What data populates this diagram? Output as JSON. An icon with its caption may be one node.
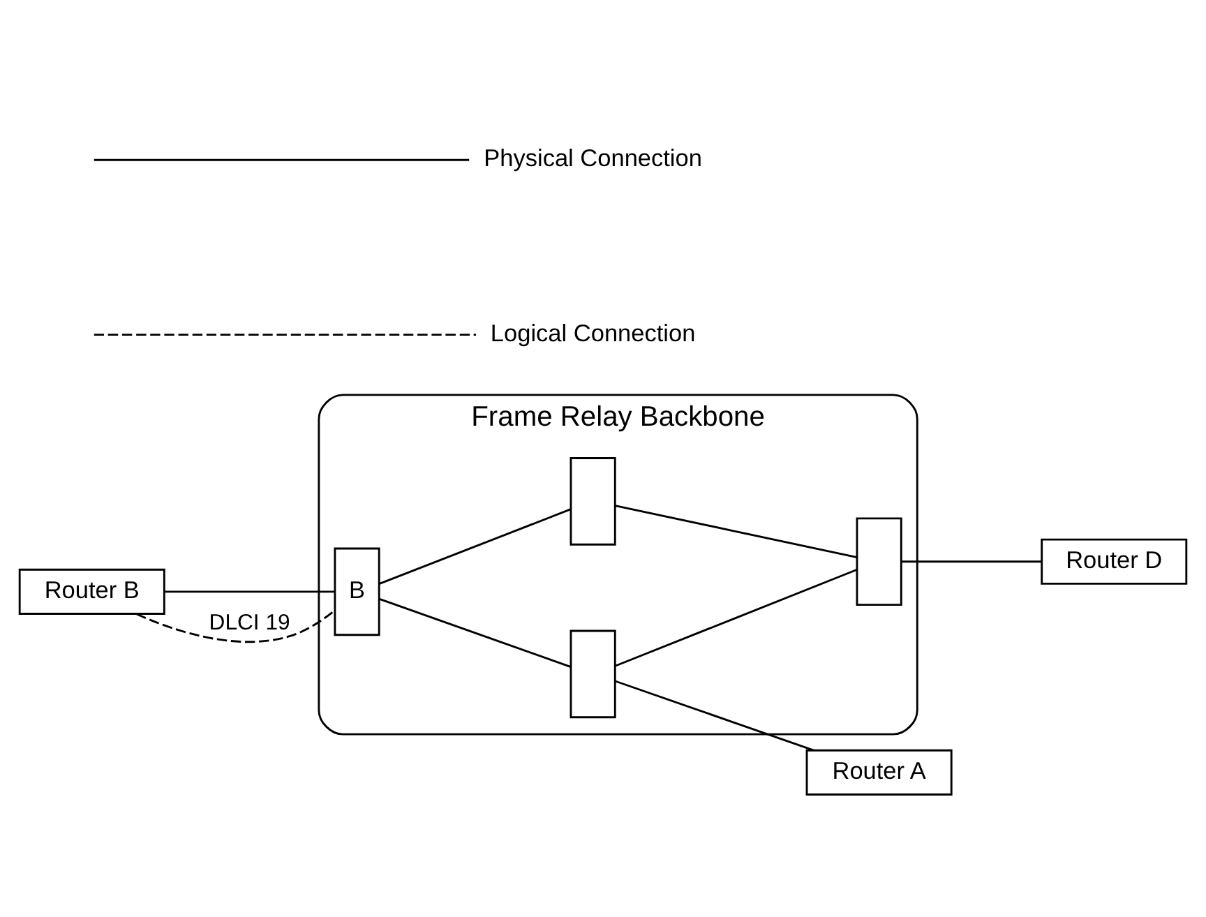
{
  "diagram": {
    "nodes": [
      {
        "text": [
          "Frame Relay Backbone"
        ]
      },
      {
        "text": [],
        "shape": "box",
        "in": 0
      },
      {
        "text": [
          "B"
        ],
        "in": 0
      },
      {
        "text": [],
        "shape": "box",
        "in": 0
      },
      {
        "text": [],
        "shape": "box",
        "in": 0
      },
      {
        "text": [
          "Router B"
        ]
      },
      {
        "text": [
          "Router D"
        ]
      },
      {
        "text": [
          "Router A"
        ]
      }
    ],
    "edges": [
      {
        "from": 5,
        "to": 2,
        "arrow": "none"
      },
      {
        "from": 5,
        "to": 2,
        "arrow": "none",
        "style": "dashed",
        "label": "DLCI 19"
      },
      {
        "from": 2,
        "to": 1,
        "arrow": "none"
      },
      {
        "from": 1,
        "to": 3,
        "arrow": "none"
      },
      {
        "from": 2,
        "to": 4,
        "arrow": "none"
      },
      {
        "from": 4,
        "to": 3,
        "arrow": "none"
      },
      {
        "from": 3,
        "to": 6,
        "arrow": "none"
      },
      {
        "from": 4,
        "to": 7,
        "arrow": "none"
      }
    ],
    "legend": [
      {
        "text": "Physical Connection"
      },
      {
        "text": "Logical Connection"
      }
    ]
  }
}
